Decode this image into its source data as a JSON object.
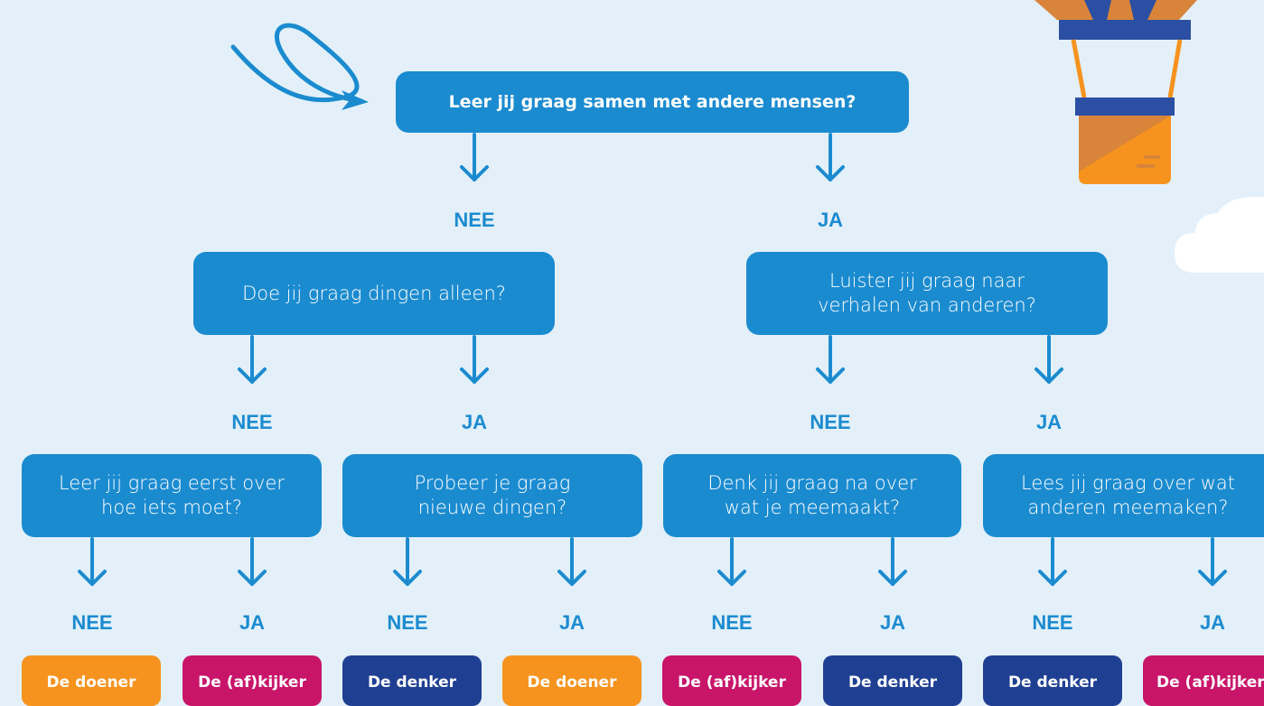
{
  "colors": {
    "background": "#e3f0fa",
    "question_box": "#1b8bd0",
    "label": "#1b8bd0",
    "orange": "#f6931e",
    "pink": "#c8156a",
    "navy": "#1f3f92"
  },
  "decorations": [
    "swirl-arrow-icon",
    "hot-air-balloon-icon",
    "cloud-icon"
  ],
  "root": {
    "question": "Leer jij graag samen met andere mensen?",
    "no": "NEE",
    "yes": "JA"
  },
  "level2": {
    "left": {
      "question": "Doe jij graag dingen alleen?",
      "no": "NEE",
      "yes": "JA"
    },
    "right": {
      "question": "Luister jij graag naar verhalen van anderen?",
      "no": "NEE",
      "yes": "JA"
    }
  },
  "level3": [
    {
      "question": "Leer jij graag eerst over hoe iets moet?",
      "no": "NEE",
      "yes": "JA"
    },
    {
      "question": "Probeer je graag nieuwe dingen?",
      "no": "NEE",
      "yes": "JA"
    },
    {
      "question": "Denk jij graag na over wat je meemaakt?",
      "no": "NEE",
      "yes": "JA"
    },
    {
      "question": "Lees jij graag over wat anderen meemaken?",
      "no": "NEE",
      "yes": "JA"
    }
  ],
  "results": [
    {
      "label": "De doener",
      "color": "orange"
    },
    {
      "label": "De (af)kijker",
      "color": "pink"
    },
    {
      "label": "De denker",
      "color": "navy"
    },
    {
      "label": "De doener",
      "color": "orange"
    },
    {
      "label": "De (af)kijker",
      "color": "pink"
    },
    {
      "label": "De denker",
      "color": "navy"
    },
    {
      "label": "De denker",
      "color": "navy"
    },
    {
      "label": "De (af)kijker",
      "color": "pink"
    }
  ]
}
